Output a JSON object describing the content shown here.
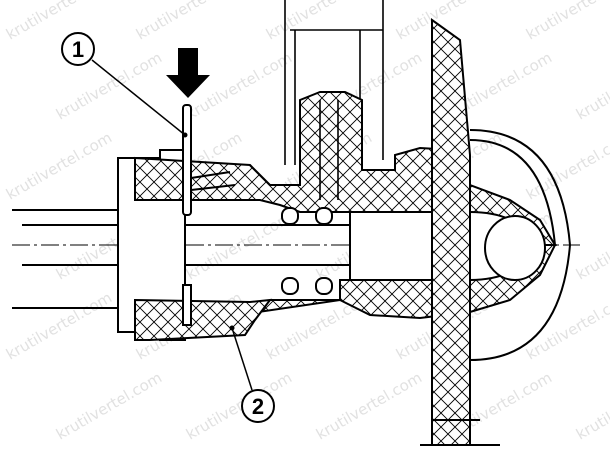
{
  "callouts": [
    {
      "id": "1",
      "label": "1"
    },
    {
      "id": "2",
      "label": "2"
    }
  ],
  "watermark": {
    "text": "krutilvertel.com"
  },
  "colors": {
    "ink": "#000000",
    "paper": "#ffffff",
    "watermark": "#c9c9c9"
  }
}
